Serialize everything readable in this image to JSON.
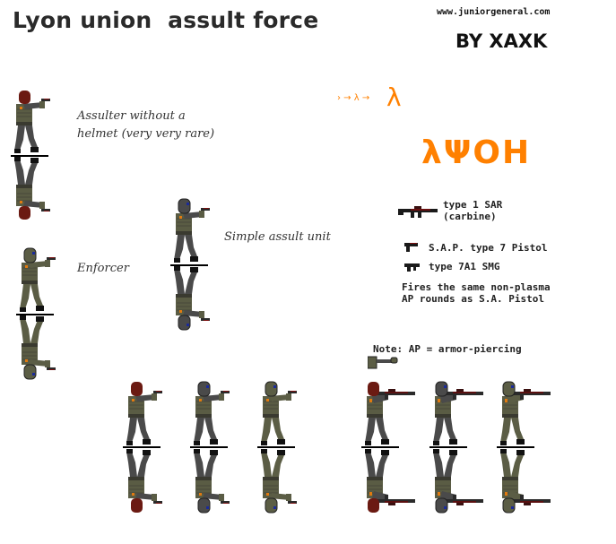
{
  "header": {
    "title": "Lyon union  assult force",
    "site": "www.juniorgeneral.com",
    "author": "BY XAXK"
  },
  "logo": {
    "small_sequence": "› → λ →",
    "mid_glyph": "λ",
    "emblem_text": "λΨOH",
    "color": "#ff8000"
  },
  "units": [
    {
      "label": "Assulter without a\nhelmet (very very rare)",
      "head": "red-bare",
      "uniform": "dark",
      "weapon": "pistol"
    },
    {
      "label": "Enforcer",
      "head": "helmet-green",
      "uniform": "green",
      "weapon": "pistol"
    },
    {
      "label": "Simple assult unit",
      "head": "helmet-dark",
      "uniform": "dark",
      "weapon": "pistol"
    }
  ],
  "weapons": [
    {
      "icon": "rifle-icon",
      "label": "type 1 SAR\n(carbine)"
    },
    {
      "icon": "pistol-icon",
      "label": "S.A.P. type 7 Pistol"
    },
    {
      "icon": "smg-icon",
      "label": "type 7A1 SMG"
    }
  ],
  "weapons_note": "Fires the same non-plasma\nAP rounds as S.A. Pistol",
  "ap_note": "Note: AP = armor-piercing",
  "colors": {
    "helmet_red": "#6b1a12",
    "armor_dark": "#4a4a4a",
    "armor_green": "#5b5d45",
    "vest": "#5a5c44",
    "visor_blue": "#1a2a9a",
    "badge_orange": "#e07a10",
    "gun_red": "#7a1010"
  }
}
